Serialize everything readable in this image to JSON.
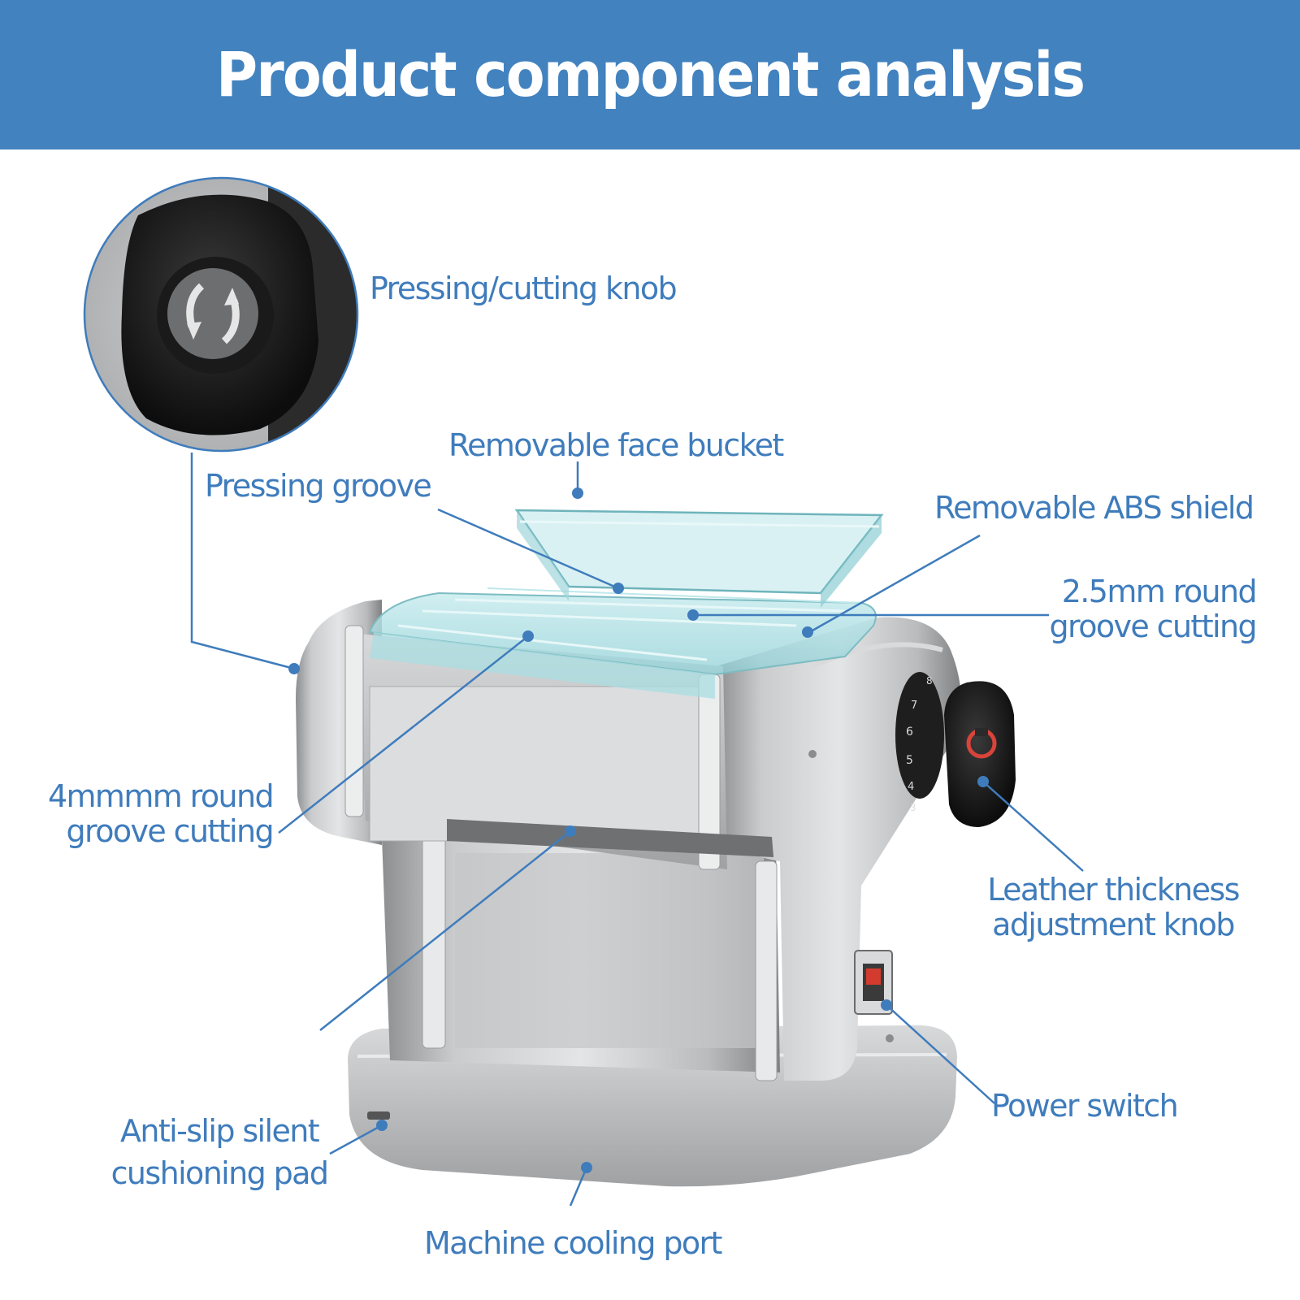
{
  "header": {
    "title": "Product component analysis"
  },
  "labels": {
    "pressing_cutting_knob": "Pressing/cutting knob",
    "removable_face_bucket": "Removable face bucket",
    "pressing_groove": "Pressing groove",
    "removable_abs_shield": "Removable ABS shield",
    "round_groove_2_5_line1": "2.5mm round",
    "round_groove_2_5_line2": "groove cutting",
    "round_groove_4_line1": "4mmmm round",
    "round_groove_4_line2": "groove cutting",
    "thickness_knob_line1": "Leather thickness",
    "thickness_knob_line2": "adjustment knob",
    "anti_slip_line1": "Anti-slip silent",
    "anti_slip_line2": "cushioning pad",
    "power_switch": "Power switch",
    "cooling_port": "Machine cooling port"
  },
  "colors": {
    "banner": "#4282bf",
    "label": "#3f7cbc",
    "leader": "#3f7cbc"
  },
  "knob_dial": {
    "numbers": [
      "3",
      "4",
      "5",
      "6",
      "7",
      "8"
    ]
  }
}
